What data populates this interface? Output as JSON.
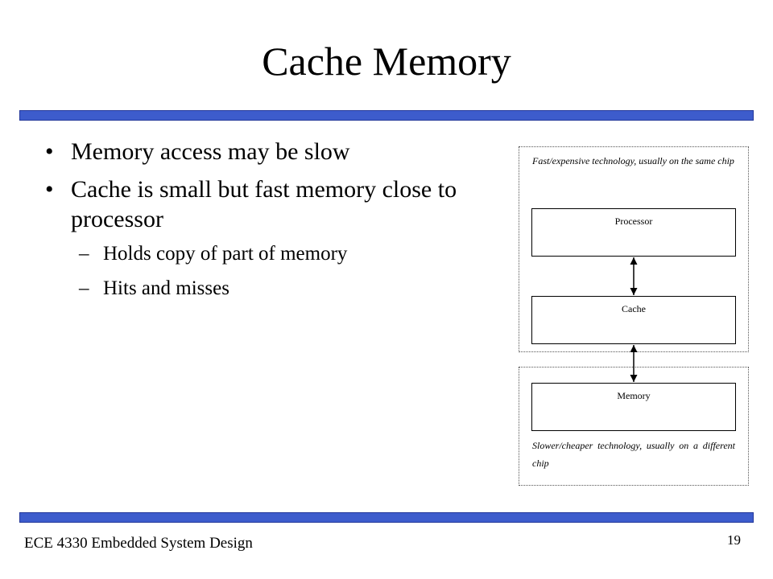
{
  "slide": {
    "title": "Cache Memory",
    "bullets": [
      {
        "text": "Memory access may be slow",
        "level": 1
      },
      {
        "text": "Cache is small but fast memory close to processor",
        "level": 1
      },
      {
        "text": "Holds copy of part of memory",
        "level": 2
      },
      {
        "text": "Hits and misses",
        "level": 2
      }
    ],
    "bullet_glyph": "•",
    "sub_bullet_glyph": "–",
    "footer": {
      "course": "ECE 4330 Embedded System Design",
      "page_number": "19"
    },
    "accent_color": "#3d5ccc"
  },
  "diagram": {
    "fast_region_note": "Fast/expensive technology, usually on the same chip",
    "slow_region_note": "Slower/cheaper technology, usually on a different chip",
    "components": {
      "processor": "Processor",
      "cache": "Cache",
      "memory": "Memory"
    },
    "connections": [
      {
        "from": "processor",
        "to": "cache",
        "direction": "bidirectional"
      },
      {
        "from": "cache",
        "to": "memory",
        "direction": "bidirectional"
      }
    ]
  }
}
